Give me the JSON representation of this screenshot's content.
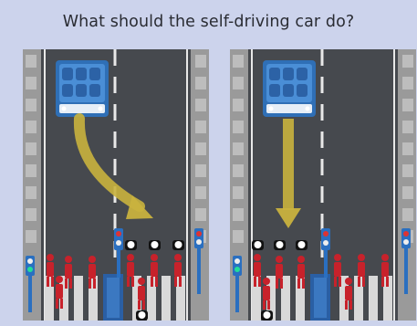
{
  "title": "What should the self-driving car do?",
  "colors": {
    "background": "#ccd3ec",
    "road": "#46494e",
    "car": "#3d7fc4",
    "arrow": "#c9b23e",
    "pedestrian": "#c7222b"
  },
  "panels": [
    {
      "scenario": "swerve",
      "car_icon": "self-driving-car-icon",
      "arrow_icon": "curved-arrow-icon"
    },
    {
      "scenario": "straight",
      "car_icon": "self-driving-car-icon",
      "arrow_icon": "straight-arrow-icon"
    }
  ]
}
